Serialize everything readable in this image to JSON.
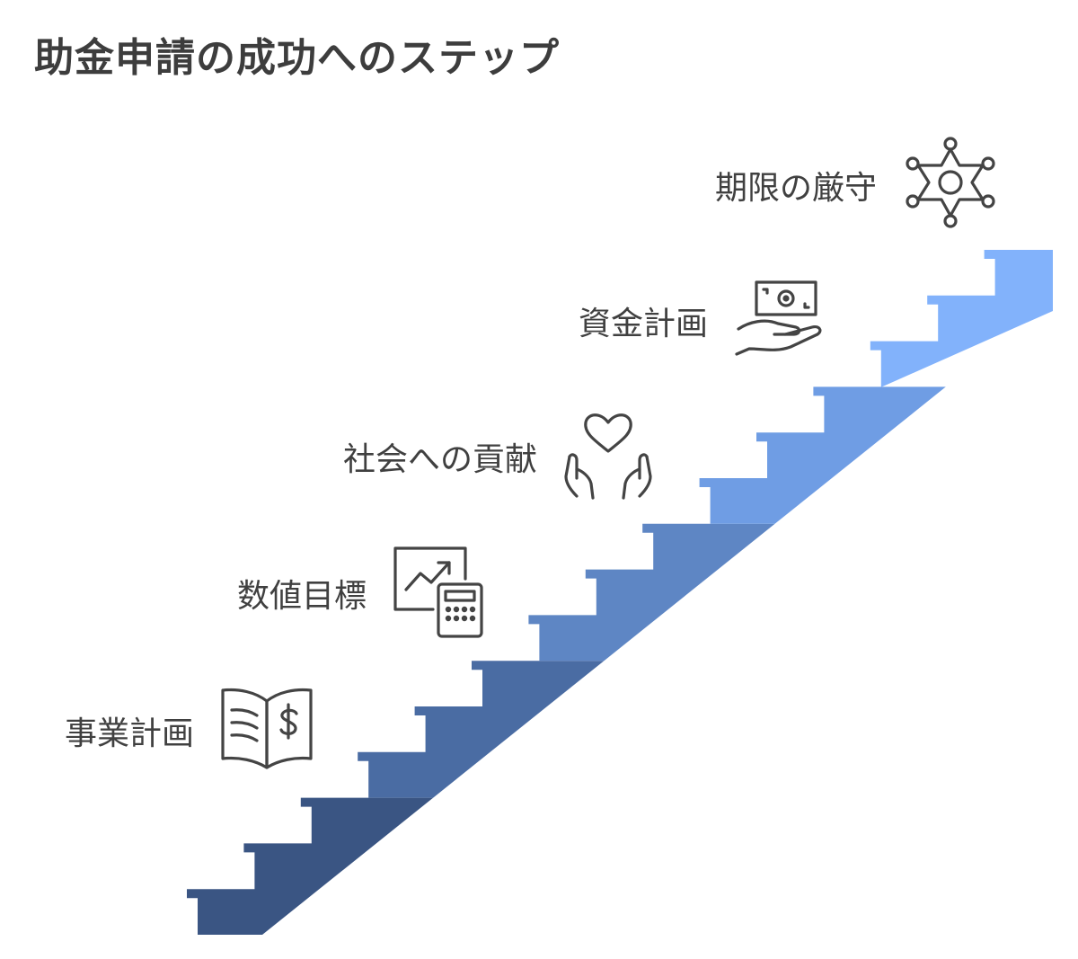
{
  "title": "助金申請の成功へのステップ",
  "steps": [
    {
      "label": "事業計画",
      "icon": "book-dollar-icon"
    },
    {
      "label": "数値目標",
      "icon": "chart-calculator-icon"
    },
    {
      "label": "社会への貢献",
      "icon": "heart-hands-icon"
    },
    {
      "label": "資金計画",
      "icon": "money-hand-icon"
    },
    {
      "label": "期限の厳守",
      "icon": "sheriff-star-icon"
    }
  ],
  "colors": {
    "step1": "#3a5583",
    "step2": "#4a6ca3",
    "step3": "#5e86c4",
    "step4": "#6f9de4",
    "step5": "#82b2fb",
    "icon_stroke": "#444444",
    "title": "#3d3d3d"
  }
}
